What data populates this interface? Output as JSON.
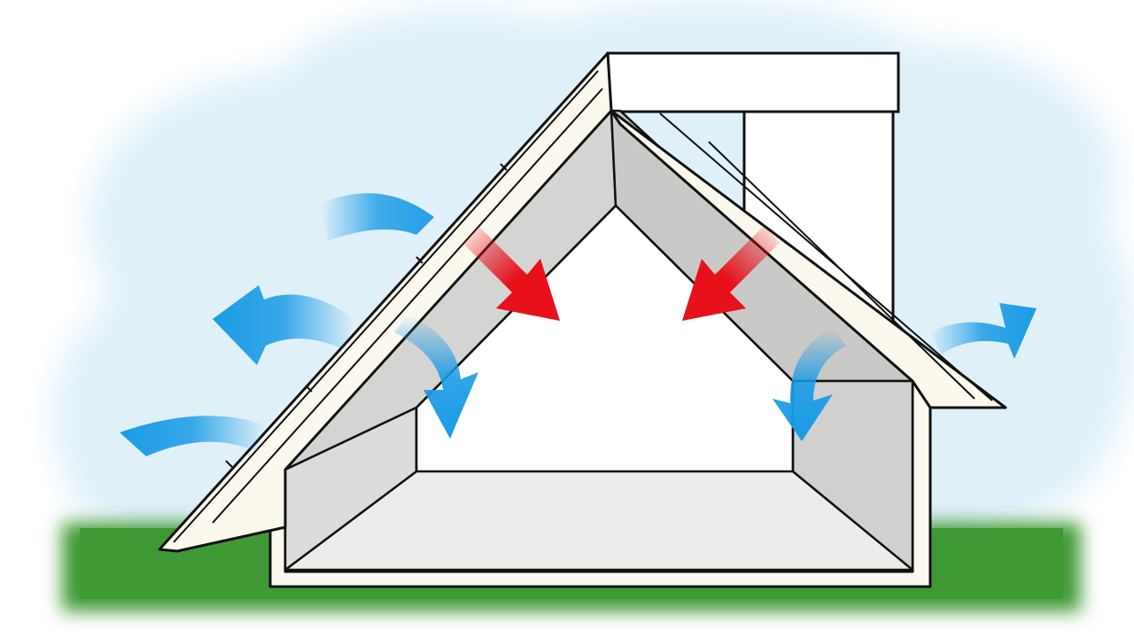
{
  "colors": {
    "background": "#ffffff",
    "sky": "#dff0f9",
    "ground": "#3f9a35",
    "wall_outline": "#111111",
    "wall_cream": "#fbf9ee",
    "interior_grey": "#d4d4d2",
    "interior_light": "#ececea",
    "cold_air": "#1a9be6",
    "warm_air": "#e8101a"
  },
  "arrows": [
    {
      "kind": "cold-air",
      "direction": "inward",
      "side": "left"
    },
    {
      "kind": "cold-air",
      "direction": "inward",
      "side": "right"
    },
    {
      "kind": "warm-air",
      "direction": "inward",
      "side": "left"
    },
    {
      "kind": "warm-air",
      "direction": "inward",
      "side": "right"
    },
    {
      "kind": "cold-air",
      "direction": "outward",
      "side": "left"
    },
    {
      "kind": "cold-air",
      "direction": "outward",
      "side": "right"
    }
  ]
}
